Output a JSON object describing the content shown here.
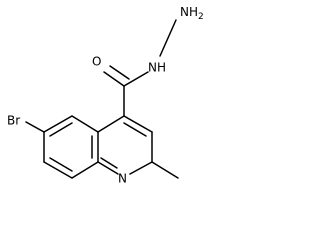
{
  "molecule": {
    "labels": {
      "bromine": "Br",
      "carbonyl_oxygen": "O",
      "hydrazide_nh": "NH",
      "amine_nh2": "NH",
      "amine_subscript": "2",
      "ring_nitrogen": "N"
    }
  }
}
